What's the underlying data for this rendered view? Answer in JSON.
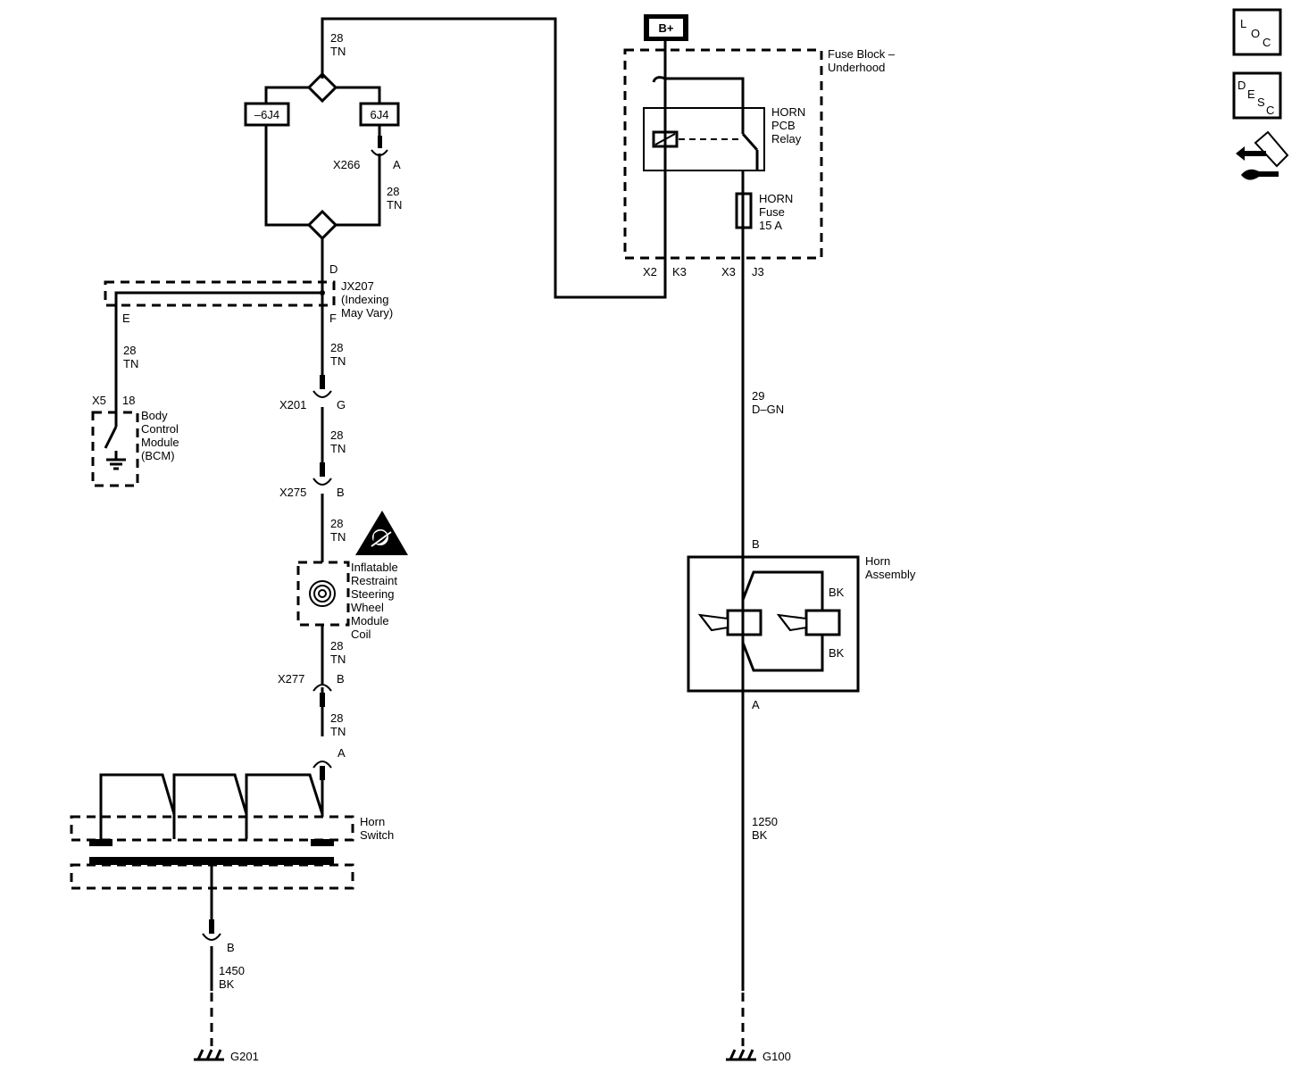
{
  "title": "",
  "power": {
    "label": "B+"
  },
  "fuse_block": {
    "name": "Fuse Block –",
    "name2": "Underhood",
    "relay": [
      "HORN",
      "PCB",
      "Relay"
    ],
    "fuse": [
      "HORN",
      "Fuse",
      "15 A"
    ],
    "pins": {
      "x2": "X2",
      "k3": "K3",
      "x3": "X3",
      "j3": "J3"
    }
  },
  "inline_boxes": {
    "left": "–6J4",
    "right": "6J4"
  },
  "wires": [
    {
      "circuit": "28",
      "color": "TN"
    },
    {
      "circuit": "28",
      "color": "TN"
    },
    {
      "circuit": "28",
      "color": "TN"
    },
    {
      "circuit": "28",
      "color": "TN"
    },
    {
      "circuit": "28",
      "color": "TN"
    },
    {
      "circuit": "28",
      "color": "TN"
    },
    {
      "circuit": "28",
      "color": "TN"
    },
    {
      "circuit": "28",
      "color": "TN"
    },
    {
      "circuit": "29",
      "color": "D–GN"
    },
    {
      "circuit": "1250",
      "color": "BK"
    },
    {
      "circuit": "1450",
      "color": "BK"
    }
  ],
  "connectors": {
    "x266": {
      "name": "X266",
      "pin": "A"
    },
    "x201": {
      "name": "X201",
      "pin": "G"
    },
    "x275": {
      "name": "X275",
      "pin": "B"
    },
    "x277": {
      "name": "X277",
      "pin": "B"
    },
    "horn_switch_in": {
      "pin": "A"
    },
    "horn_switch_out": {
      "pin": "B"
    }
  },
  "splice": {
    "name": "JX207",
    "note": [
      "(Indexing",
      "May Vary)"
    ],
    "pin_d": "D",
    "pin_e": "E",
    "pin_f": "F"
  },
  "bcm": {
    "connector": "X5",
    "pin": "18",
    "label": [
      "Body",
      "Control",
      "Module",
      "(BCM)"
    ]
  },
  "coil": {
    "label": [
      "Inflatable",
      "Restraint",
      "Steering",
      "Wheel",
      "Module",
      "Coil"
    ]
  },
  "horn_switch": {
    "label": [
      "Horn",
      "Switch"
    ]
  },
  "horn_assembly": {
    "label": [
      "Horn",
      "Assembly"
    ],
    "pin_b": "B",
    "pin_a": "A",
    "wire_top": "BK",
    "wire_bottom": "BK"
  },
  "grounds": {
    "g201": "G201",
    "g100": "G100"
  },
  "side_icons": {
    "loc": {
      "a": "L",
      "b": "O",
      "c": "C"
    },
    "desc": {
      "a": "D",
      "b": "E",
      "c": "S",
      "d": "C"
    },
    "connector_icon": "connector-tool-icon"
  }
}
